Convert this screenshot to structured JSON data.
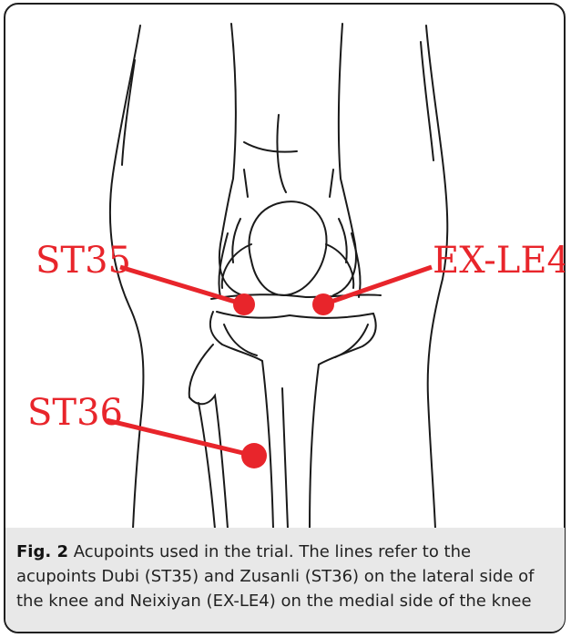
{
  "figure": {
    "acupoints": [
      {
        "label": "ST35",
        "name": "Dubi",
        "side": "lateral"
      },
      {
        "label": "EX-LE4",
        "name": "Neixiyan",
        "side": "medial"
      },
      {
        "label": "ST36",
        "name": "Zusanli",
        "side": "lateral"
      }
    ],
    "marker_color": "#e8252b"
  },
  "caption": {
    "label": "Fig. 2",
    "text": "Acupoints used in the trial. The lines refer to the acupoints Dubi (ST35) and Zusanli (ST36) on the lateral side of the knee and Neixiyan (EX-LE4) on the medial side of the knee"
  }
}
